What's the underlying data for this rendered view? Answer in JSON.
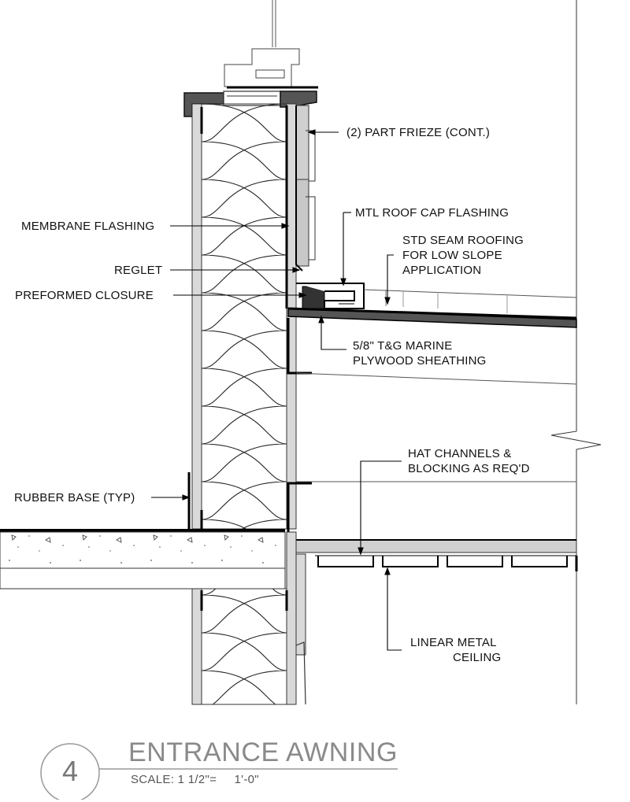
{
  "annotations": {
    "part_frieze": "(2) PART FRIEZE (CONT.)",
    "membrane_flashing": "MEMBRANE FLASHING",
    "mtl_roof_cap": "MTL ROOF CAP FLASHING",
    "std_seam_1": "STD SEAM ROOFING",
    "std_seam_2": "FOR LOW SLOPE",
    "std_seam_3": "APPLICATION",
    "reglet": "REGLET",
    "preformed_closure": "PREFORMED CLOSURE",
    "plywood_1": "5/8\" T&G MARINE",
    "plywood_2": "PLYWOOD SHEATHING",
    "hat_channels_1": "HAT CHANNELS &",
    "hat_channels_2": "BLOCKING AS REQ'D",
    "rubber_base": "RUBBER BASE (TYP)",
    "linear_ceiling_1": "LINEAR METAL",
    "linear_ceiling_2": "CEILING"
  },
  "title_block": {
    "number": "4",
    "title": "ENTRANCE AWNING",
    "scale": "SCALE: 1 1/2\"=     1'-0\""
  }
}
